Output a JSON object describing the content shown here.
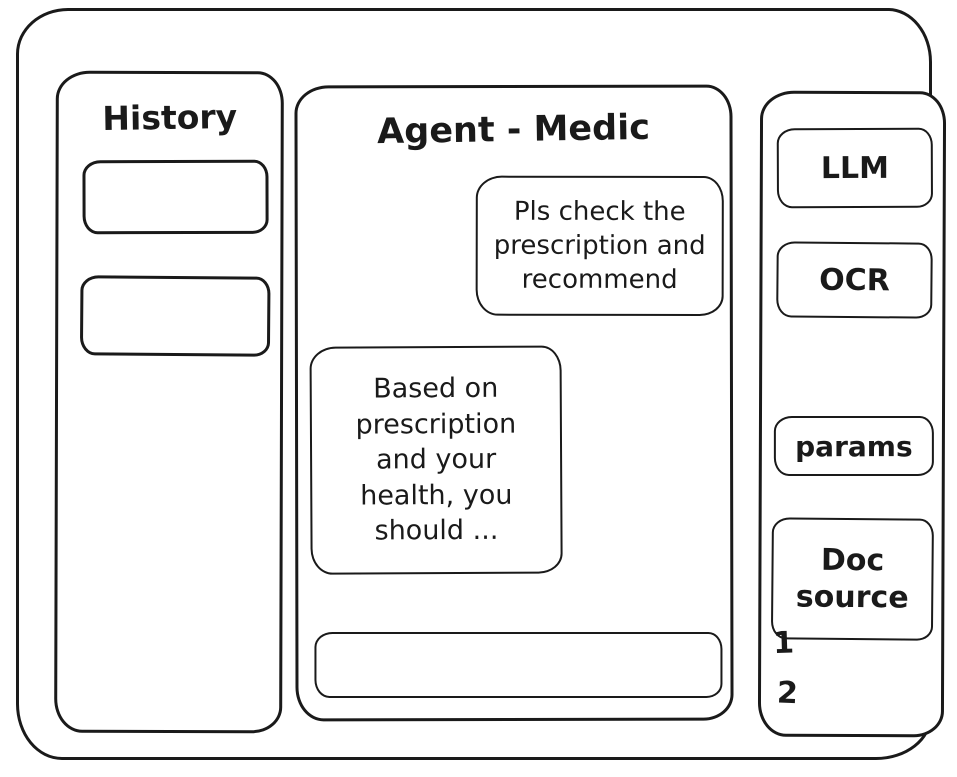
{
  "history": {
    "title": "History",
    "items": [
      {
        "label": ""
      },
      {
        "label": ""
      }
    ]
  },
  "chat": {
    "title": "Agent - Medic",
    "messages": [
      {
        "role": "user",
        "text": "Pls check the prescription and recommend"
      },
      {
        "role": "assistant",
        "text": "Based on prescription and your health, you should ..."
      }
    ],
    "input": {
      "value": "",
      "placeholder": ""
    }
  },
  "tools": {
    "llm_label": "LLM",
    "ocr_label": "OCR",
    "params_label": "params",
    "doc_source_label": "Doc source",
    "doc_numbers": [
      "1",
      "2"
    ]
  },
  "colors": {
    "ink": "#1a1a1a",
    "background": "#ffffff"
  }
}
